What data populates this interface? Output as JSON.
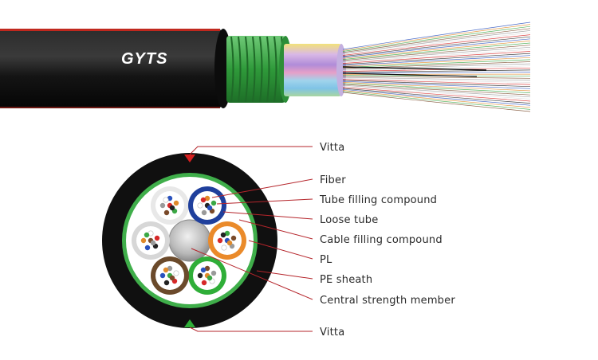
{
  "cable": {
    "brand_text": "GYTS"
  },
  "colors": {
    "jacket": "#151515",
    "stripe": "#c0281e",
    "armor": "#3fae4a",
    "leader": "#b5252b",
    "vitta_top": "#d42020",
    "vitta_bottom": "#2fae38"
  },
  "cross_section": {
    "tubes": [
      {
        "name": "white",
        "color": "#e8e8e8"
      },
      {
        "name": "blue",
        "color": "#1f3f9c"
      },
      {
        "name": "orange",
        "color": "#ea8a2a"
      },
      {
        "name": "green",
        "color": "#2fae38"
      },
      {
        "name": "brown",
        "color": "#6b4a2b"
      },
      {
        "name": "gray",
        "color": "#d7d7d7"
      }
    ],
    "fiber_colors": [
      "#2a52be",
      "#e08a2a",
      "#3ba845",
      "#7a4a2a",
      "#9a9a9a",
      "#ffffff",
      "#d62828",
      "#222222"
    ]
  },
  "callouts": [
    {
      "id": "vitta-top",
      "text": "Vitta"
    },
    {
      "id": "fiber",
      "text": "Fiber"
    },
    {
      "id": "tube-filling-compound",
      "text": "Tube filling compound"
    },
    {
      "id": "loose-tube",
      "text": "Loose tube"
    },
    {
      "id": "cable-filling-compound",
      "text": "Cable filling compound"
    },
    {
      "id": "pl",
      "text": "PL"
    },
    {
      "id": "pe-sheath",
      "text": "PE sheath"
    },
    {
      "id": "central-strength-member",
      "text": "Central strength member"
    },
    {
      "id": "vitta-bottom",
      "text": "Vitta"
    }
  ]
}
